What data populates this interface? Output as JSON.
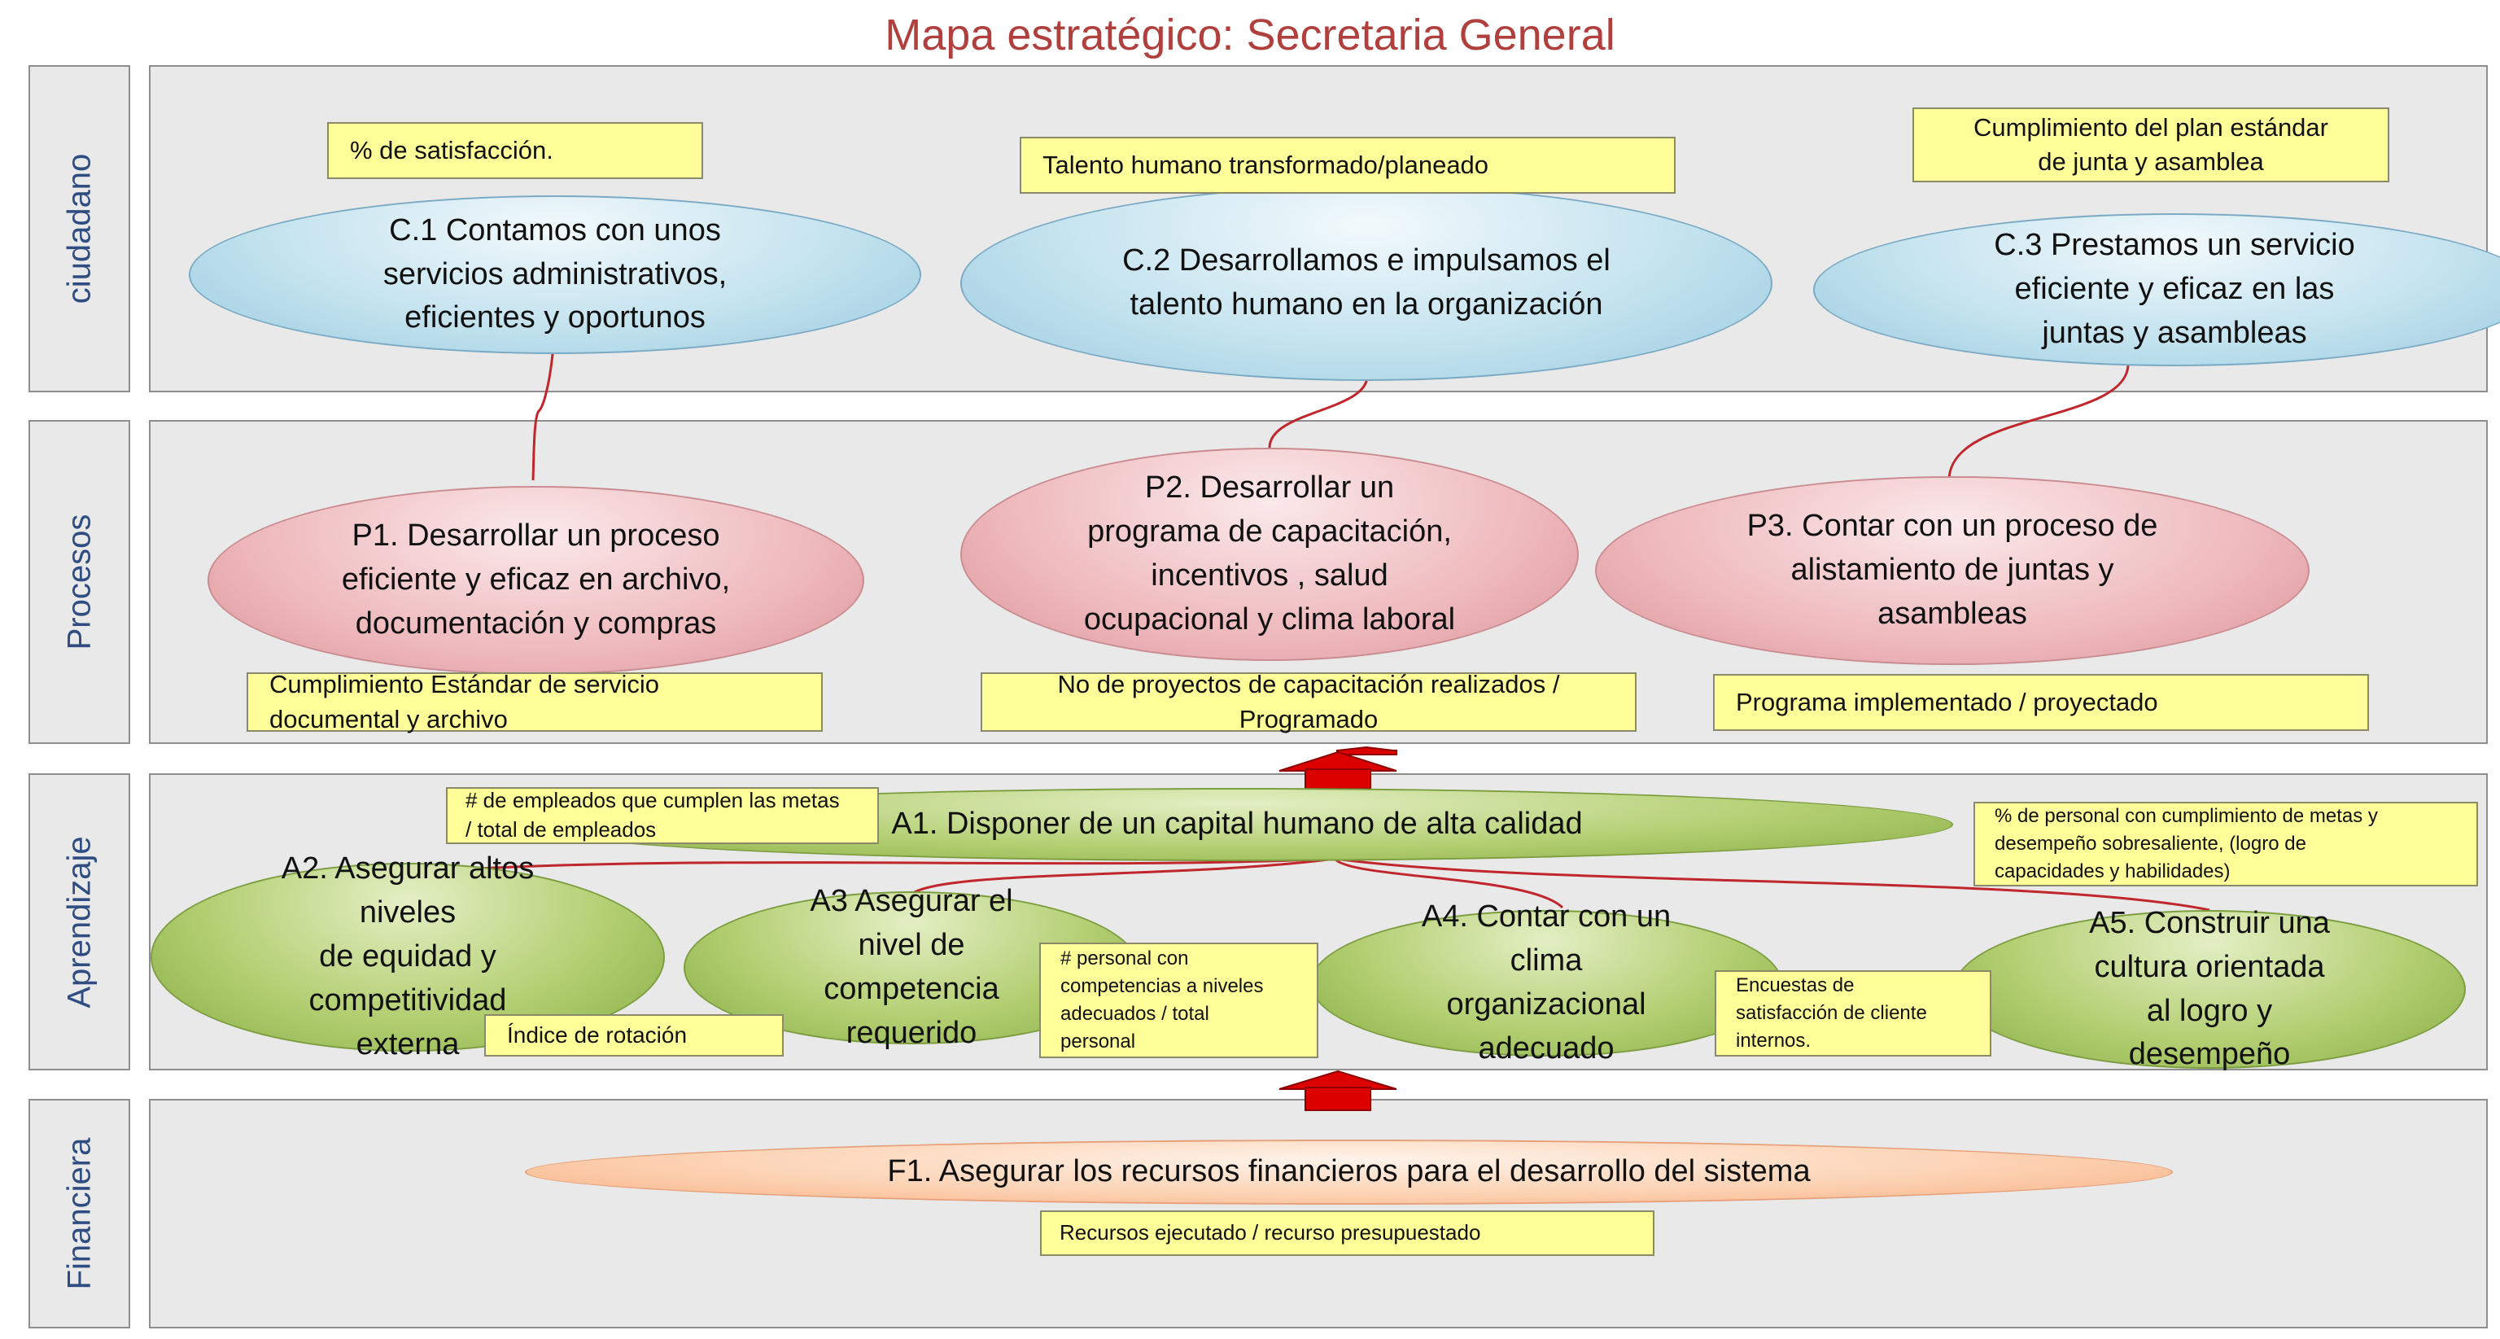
{
  "title": "Mapa estratégico: Secretaria General",
  "colors": {
    "title": "#b0403e",
    "perspective_label": "#2f4d80",
    "connector": "#c0272d",
    "arrow": "#dd0000",
    "note": "#ffff99"
  },
  "perspectives": {
    "ciudadano": "ciudadano",
    "procesos": "Procesos",
    "aprendizaje": "Aprendizaje",
    "financiera": "Financiera"
  },
  "objectives": {
    "c1": "C.1 Contamos con unos\nservicios administrativos,\neficientes y oportunos",
    "c2": "C.2 Desarrollamos e impulsamos el\ntalento humano en la organización",
    "c3": "C.3 Prestamos un servicio\neficiente y  eficaz en las\njuntas y asambleas",
    "p1": "P1. Desarrollar un proceso\neficiente y eficaz en archivo,\ndocumentación y compras",
    "p2": "P2. Desarrollar un\nprograma de capacitación,\nincentivos , salud\nocupacional y clima laboral",
    "p3": "P3. Contar con un proceso de\nalistamiento de juntas y\nasambleas",
    "a1": "A1. Disponer de un capital humano de alta calidad",
    "a2": "A2. Asegurar altos\nniveles\nde equidad y\ncompetitividad\nexterna",
    "a3": "A3 Asegurar el\nnivel de\ncompetencia\nrequerido",
    "a4": "A4. Contar con un\nclima\norganizacional\nadecuado",
    "a5": "A5. Construir una\ncultura orientada\nal logro y\ndesempeño",
    "f1": "F1. Asegurar los recursos financieros  para el desarrollo del sistema"
  },
  "indicators": {
    "c1": "% de satisfacción.",
    "c2": "Talento humano transformado/planeado",
    "c3": "Cumplimiento del plan estándar\nde junta y asamblea",
    "p1": "Cumplimiento  Estándar de servicio\ndocumental y archivo",
    "p2": "No de proyectos de capacitación realizados /\nProgramado",
    "p3": "Programa implementado / proyectado",
    "a1": "# de empleados que cumplen las metas\n/ total de empleados",
    "a2": "Índice de rotación",
    "a3": "#  personal con\ncompetencias a niveles\nadecuados  / total\npersonal",
    "a4": "Encuestas de\nsatisfacción de cliente\ninternos.",
    "a5": "% de personal con cumplimiento de metas y\ndesempeño sobresaliente, (logro de\ncapacidades y habilidades)",
    "f1": "Recursos ejecutado / recurso presupuestado"
  },
  "icons": {
    "up_arrow": "up-arrow-icon"
  }
}
